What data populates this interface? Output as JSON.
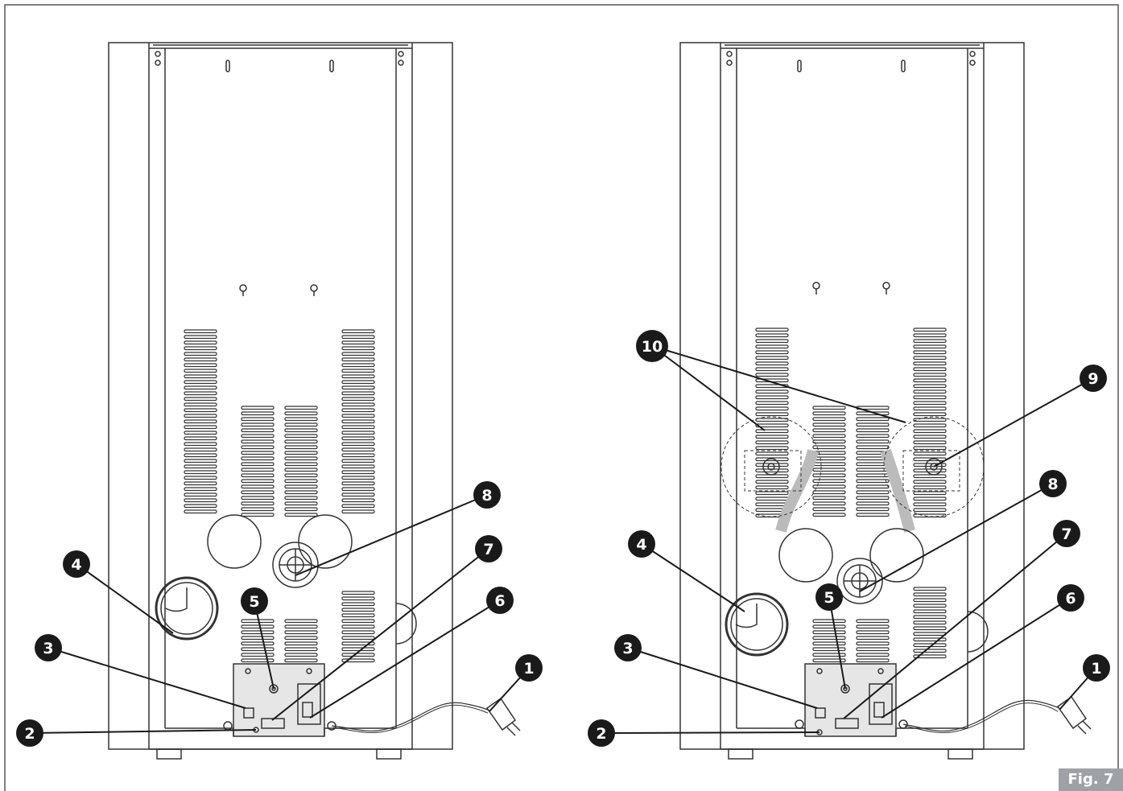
{
  "figure": {
    "label": "Fig. 7",
    "views": [
      {
        "id": "left",
        "callouts": [
          "1",
          "2",
          "3",
          "4",
          "5",
          "6",
          "7",
          "8"
        ]
      },
      {
        "id": "right",
        "callouts": [
          "1",
          "2",
          "3",
          "4",
          "5",
          "6",
          "7",
          "8",
          "9",
          "10"
        ]
      }
    ]
  },
  "legend_numbers": [
    "1",
    "2",
    "3",
    "4",
    "5",
    "6",
    "7",
    "8",
    "9",
    "10"
  ],
  "colors": {
    "line": "#333333",
    "callout_fill": "#1a1a1a",
    "panel_fill": "#e6e6e6",
    "fig_badge": "#9ea1a6"
  }
}
